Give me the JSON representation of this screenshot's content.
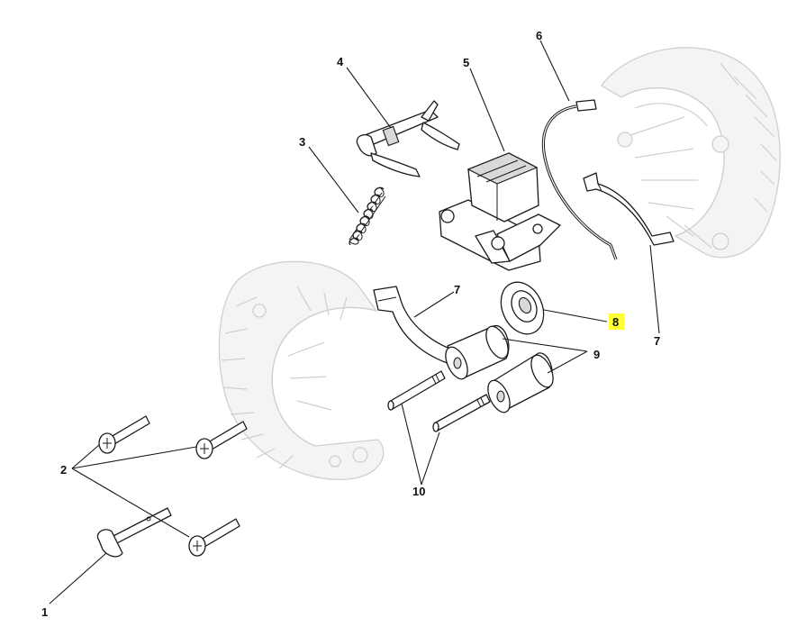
{
  "callouts": [
    {
      "id": "1",
      "label": "1"
    },
    {
      "id": "2",
      "label": "2"
    },
    {
      "id": "3",
      "label": "3"
    },
    {
      "id": "4",
      "label": "4"
    },
    {
      "id": "5",
      "label": "5"
    },
    {
      "id": "6",
      "label": "6"
    },
    {
      "id": "7a",
      "label": "7"
    },
    {
      "id": "7b",
      "label": "7"
    },
    {
      "id": "8",
      "label": "8",
      "highlighted": true
    },
    {
      "id": "9",
      "label": "9"
    },
    {
      "id": "10",
      "label": "10"
    }
  ],
  "colors": {
    "highlight": "#ffff33",
    "line": "#1a1a1a",
    "ghost_outline": "#cfcfcf"
  }
}
